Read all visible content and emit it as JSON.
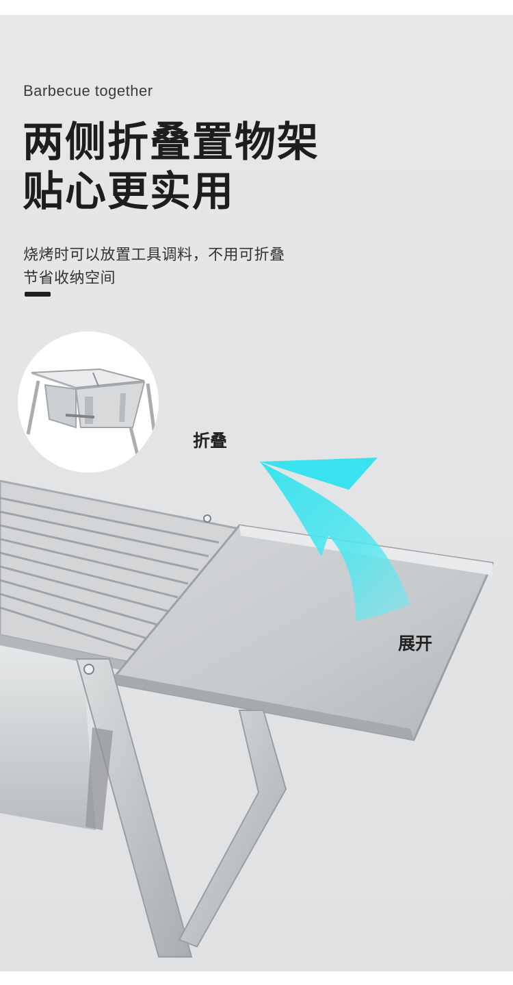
{
  "header": {
    "eyebrow": "Barbecue together",
    "title_line1": "两侧折叠置物架",
    "title_line2": "贴心更实用",
    "desc_line1": "烧烤时可以放置工具调料，不用可折叠",
    "desc_line2": "节省收纳空间"
  },
  "labels": {
    "fold": "折叠",
    "unfold": "展开"
  },
  "colors": {
    "background": "#e2e4e6",
    "text_primary": "#1d1d1d",
    "arrow_gradient_start": "#19e3f0",
    "arrow_gradient_end": "#5be7ef",
    "steel": "#c9cbcd"
  },
  "icons": {
    "fold_arrow": "curved-arrow-icon",
    "divider": "short-dash"
  }
}
